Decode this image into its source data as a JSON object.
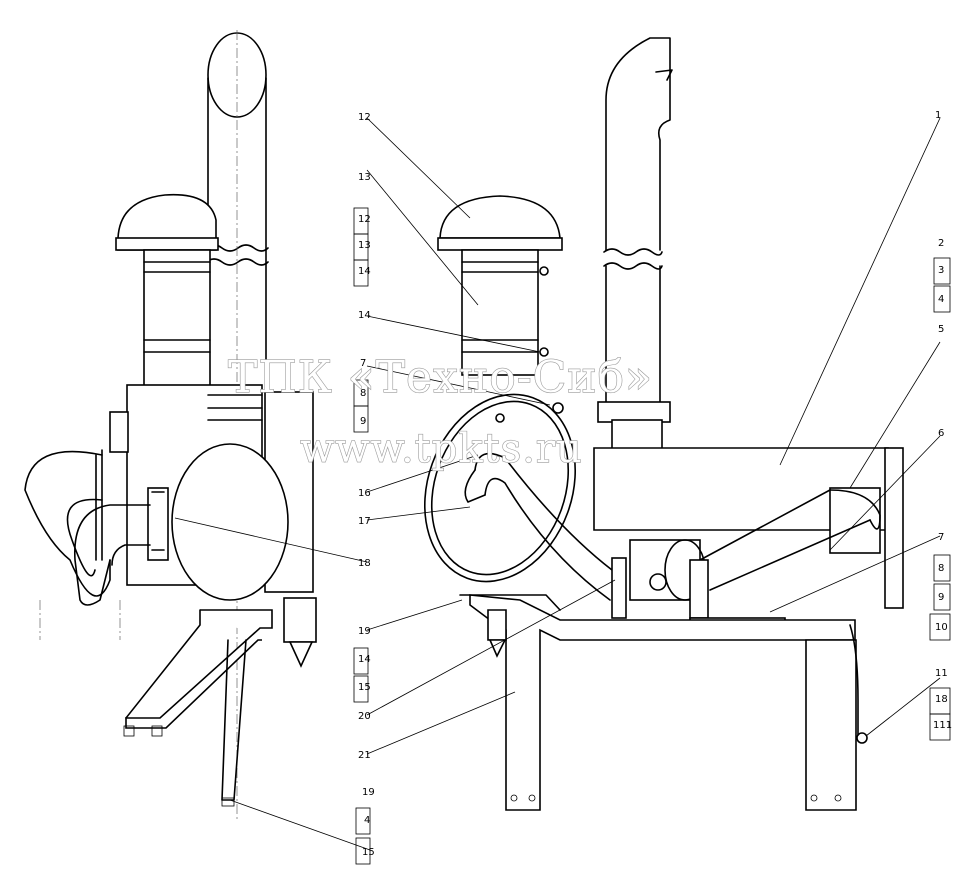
{
  "watermark": {
    "line1": "ТПК «Техно-Сиб»",
    "line2": "www.tpkts.ru"
  },
  "position_labels": {
    "p12": "12",
    "p13": "13",
    "p12b": "12",
    "p13b": "13",
    "p14": "14",
    "p14b": "14",
    "p7": "7",
    "p8": "8",
    "p9": "9",
    "p16": "16",
    "p17": "17",
    "p18": "18",
    "p19": "19",
    "p14c": "14",
    "p15": "15",
    "p20": "20",
    "p21": "21",
    "p1": "1",
    "p2": "2",
    "p3": "3",
    "p4": "4",
    "p5": "5",
    "p6": "6",
    "p7b": "7",
    "p8b": "8",
    "p9b": "9",
    "p10": "10",
    "p11": "11",
    "p18b": "18",
    "p111": "111",
    "p19b": "19",
    "p4b": "4",
    "p15b": "15"
  }
}
